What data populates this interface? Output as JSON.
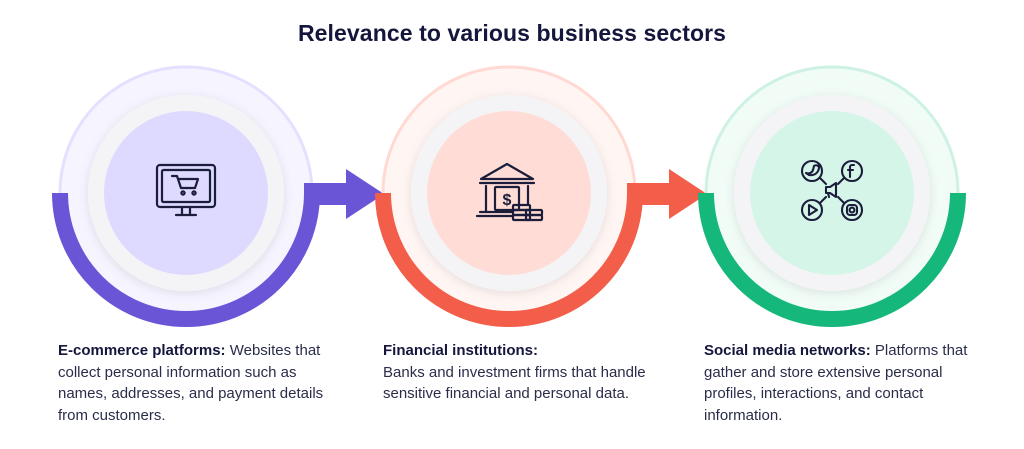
{
  "title": "Relevance to various business sectors",
  "colors": {
    "ecommerce": "#6a55d6",
    "financial": "#f25e4a",
    "social": "#16b77a",
    "ecommerce_fill": "#ddd9ff",
    "financial_fill": "#ffdcd6",
    "social_fill": "#d5f5e9",
    "text_dark": "#14163c"
  },
  "sectors": [
    {
      "heading": "E-commerce platforms:",
      "text": " Websites that collect personal information such as names, addresses, and payment details from customers.",
      "icon": "shopping-cart-monitor-icon"
    },
    {
      "heading": "Financial institutions:",
      "text": "Banks and investment firms that handle sensitive financial and personal data.",
      "icon": "bank-building-dollar-icon"
    },
    {
      "heading": "Social media networks:",
      "text": " Platforms that gather and store extensive personal profiles, interactions, and contact information.",
      "icon": "social-media-network-icon"
    }
  ]
}
